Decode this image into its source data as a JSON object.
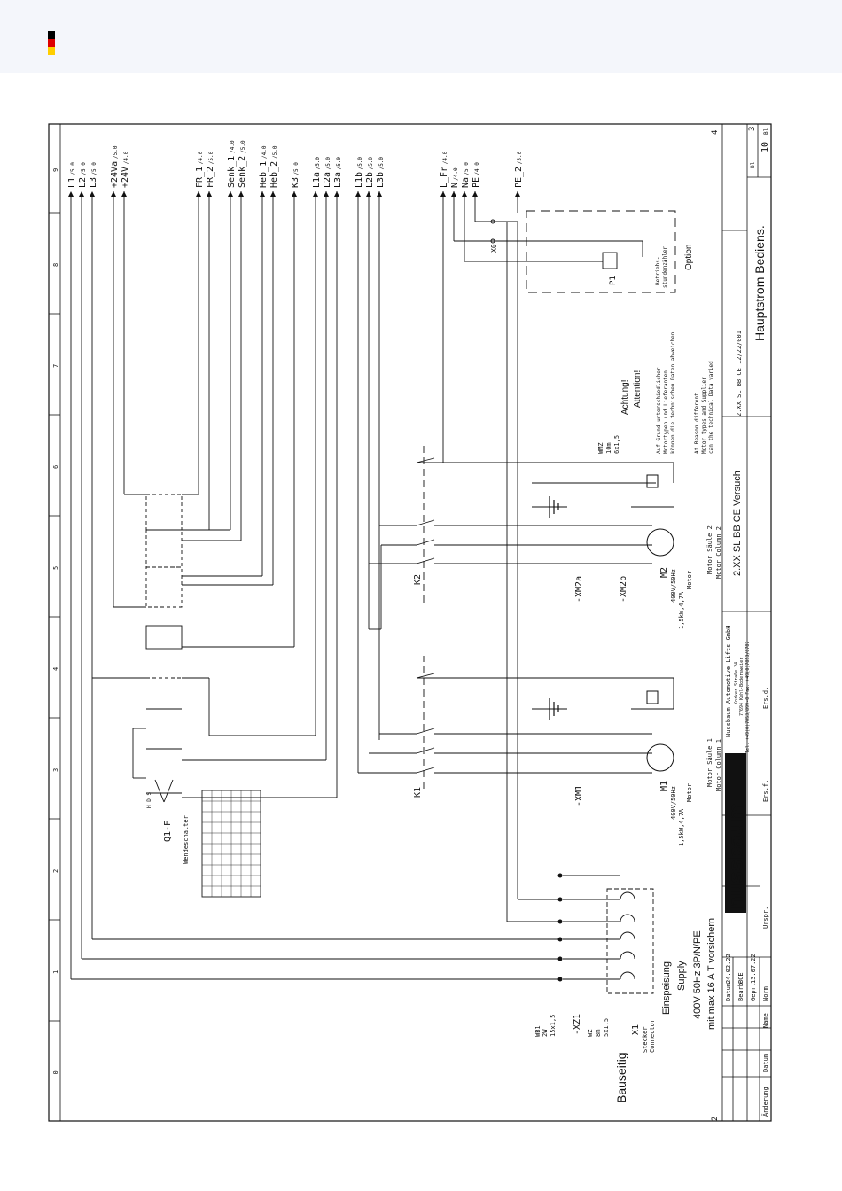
{
  "flag": {
    "colors": [
      "#000000",
      "#dd0000",
      "#ffce00"
    ]
  },
  "outputs": [
    {
      "label": "L1",
      "ref": "/5.0"
    },
    {
      "label": "L2",
      "ref": "/5.0"
    },
    {
      "label": "L3",
      "ref": "/5.0"
    },
    {
      "label": "+24Va",
      "ref": "/5.0"
    },
    {
      "label": "+24V",
      "ref": "/4.0"
    },
    {
      "label": "FR_1",
      "ref": "/4.0"
    },
    {
      "label": "FR_2",
      "ref": "/5.0"
    },
    {
      "label": "Senk_1",
      "ref": "/4.0"
    },
    {
      "label": "Senk_2",
      "ref": "/5.0"
    },
    {
      "label": "Heb_1",
      "ref": "/4.0"
    },
    {
      "label": "Heb_2",
      "ref": "/5.0"
    },
    {
      "label": "K3",
      "ref": "/5.0"
    },
    {
      "label": "L1a",
      "ref": "/5.0"
    },
    {
      "label": "L2a",
      "ref": "/5.0"
    },
    {
      "label": "L3a",
      "ref": "/5.0"
    },
    {
      "label": "L1b",
      "ref": "/5.0"
    },
    {
      "label": "L2b",
      "ref": "/5.0"
    },
    {
      "label": "L3b",
      "ref": "/5.0"
    },
    {
      "label": "L_Fr",
      "ref": "/4.0"
    },
    {
      "label": "N",
      "ref": "/4.0"
    },
    {
      "label": "Na",
      "ref": "/5.0"
    },
    {
      "label": "PE",
      "ref": "/4.0"
    },
    {
      "label": "PE_2",
      "ref": "/5.0"
    }
  ],
  "columns": [
    "0",
    "1",
    "2",
    "3",
    "4",
    "5",
    "6",
    "7",
    "8",
    "9"
  ],
  "labels": {
    "bauseitig": "Bauseitig",
    "supply_de": "Einspeisung",
    "supply_en": "Supply",
    "voltage": "400V 50Hz 3P/N/PE",
    "fuse": "mit max 16 A T vorsichern",
    "xz1": "-XZ1",
    "x1": "X1",
    "stecker": "Stecker",
    "connector": "Connector",
    "wb": "WB1",
    "wb2": "2W",
    "cable1": "15x1,5",
    "wz": "WZ",
    "wz2": "8m",
    "cable2": "5x1,5",
    "q1f": "Q1-F",
    "wendeschalter": "Wendeschalter",
    "hds": "H D S",
    "k1": "K1",
    "k2": "K2",
    "xm1": "-XM1",
    "xm2a": "-XM2a",
    "xm2b": "-XM2b",
    "m1": "M1",
    "m2": "M2",
    "motor_spec": "400V/50Hz",
    "motor_power": "1,5kW,4,7A",
    "motor": "Motor",
    "motor_saule1": "Motor Säule 1",
    "motor_column1": "Motor Column 1",
    "motor_saule2": "Motor Säule 2",
    "motor_column2": "Motor Column 2",
    "wmz": "WMZ",
    "wmz_len": "10m",
    "wmz_cable": "6x1,5",
    "achtung": "Achtung!",
    "attention": "Attention!",
    "note_de_1": "Auf Grund unterschiedlicher",
    "note_de_2": "Motortypen und Lieferanten",
    "note_de_3": "können die technischen Daten abweichen",
    "note_en_1": "At Reason different",
    "note_en_2": "Motor types and Supplier",
    "note_en_3": "can the technical Data varied",
    "p1": "P1",
    "betriebs_1": "Betriebs-",
    "betriebs_2": "stundenzähler",
    "option": "Option",
    "x0": "X0"
  },
  "titleblock": {
    "company": "Nussbaum Automotive Lifts GmbH",
    "address1": "Korker Straße 24",
    "address2": "77694 Kehl-Bodersweier",
    "phone": "Tel. +49(0)7853/899-0  Fax. +49(0)7853/8787",
    "logo": "nussbaum",
    "project": "2.XX SL BB CE Versuch",
    "drawing": "Hauptstrom Bediens.",
    "code": "2.XX SL BB CE 12/22/001",
    "sheet": "3",
    "page": "10",
    "sheet_label": "Bl",
    "bl_label": "Bl",
    "rev_prev": "2",
    "rev_next": "4",
    "datum": "Datum",
    "bearb": "Bearb",
    "gepr": "Gepr.",
    "norm": "Norm",
    "datum_val": "24.02.22",
    "bearb_val": "BOE",
    "gepr_val": "13.07.22",
    "name": "Name",
    "anderung": "Änderung",
    "urspr": "Urspr.",
    "ers_f": "Ers.f.",
    "ers_d": "Ers.d."
  }
}
